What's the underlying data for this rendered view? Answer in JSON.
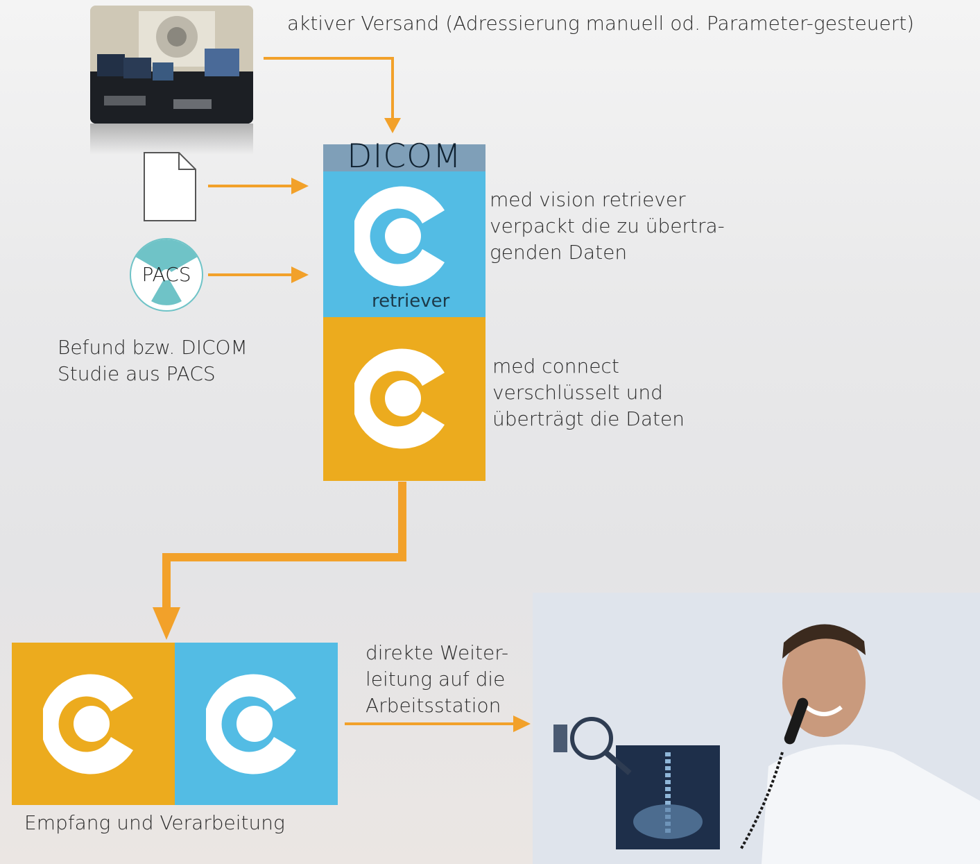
{
  "colors": {
    "arrow": "#f2a12a",
    "orange": "#ecab1e",
    "blue": "#53bce4",
    "white": "#ffffff",
    "pacs": "#6fc3c7",
    "dicom_header": "#7f9fb8"
  },
  "icons": {
    "document": "document-icon",
    "pacs": "radiation-icon",
    "logo": "c-logo-icon"
  },
  "top_caption": "aktiver Versand (Adressierung manuell od. Parameter-gesteuert)",
  "dicom_title": "DICOM",
  "retriever_label": "retriever",
  "pacs_label": "PACS",
  "source_caption": {
    "line1": "Befund bzw. DICOM",
    "line2": "Studie aus PACS"
  },
  "retriever_desc": {
    "line1": "med vision retriever",
    "line2": "verpackt die zu übertra-",
    "line3": "genden Daten"
  },
  "connect_desc": {
    "line1": "med connect",
    "line2": "verschlüsselt und",
    "line3": "überträgt die Daten"
  },
  "forward_desc": {
    "line1": "direkte Weiter-",
    "line2": "leitung auf die",
    "line3": "Arbeitsstation"
  },
  "receive_caption": "Empfang und Verarbeitung"
}
